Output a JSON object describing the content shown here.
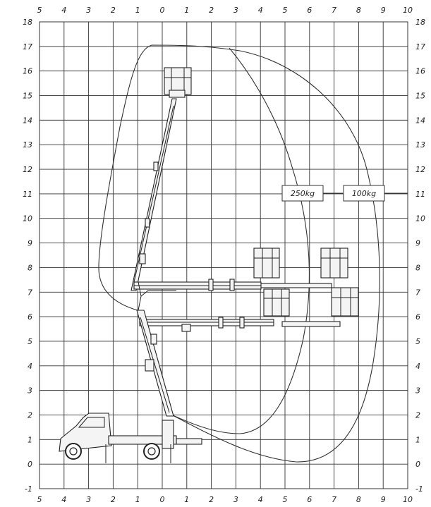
{
  "axes": {
    "x_ticks": [
      "5",
      "4",
      "3",
      "2",
      "1",
      "0",
      "1",
      "2",
      "3",
      "4",
      "5",
      "6",
      "7",
      "8",
      "9",
      "10"
    ],
    "y_ticks": [
      "18",
      "17",
      "16",
      "15",
      "14",
      "13",
      "12",
      "11",
      "10",
      "9",
      "8",
      "7",
      "6",
      "5",
      "4",
      "3",
      "2",
      "1",
      "0",
      "-1"
    ],
    "x_range": [
      -5,
      10
    ],
    "y_range": [
      -1,
      18
    ]
  },
  "load_labels": {
    "inner": "250kg",
    "outer": "100kg"
  },
  "colors": {
    "line": "#333333",
    "background": "#ffffff"
  }
}
